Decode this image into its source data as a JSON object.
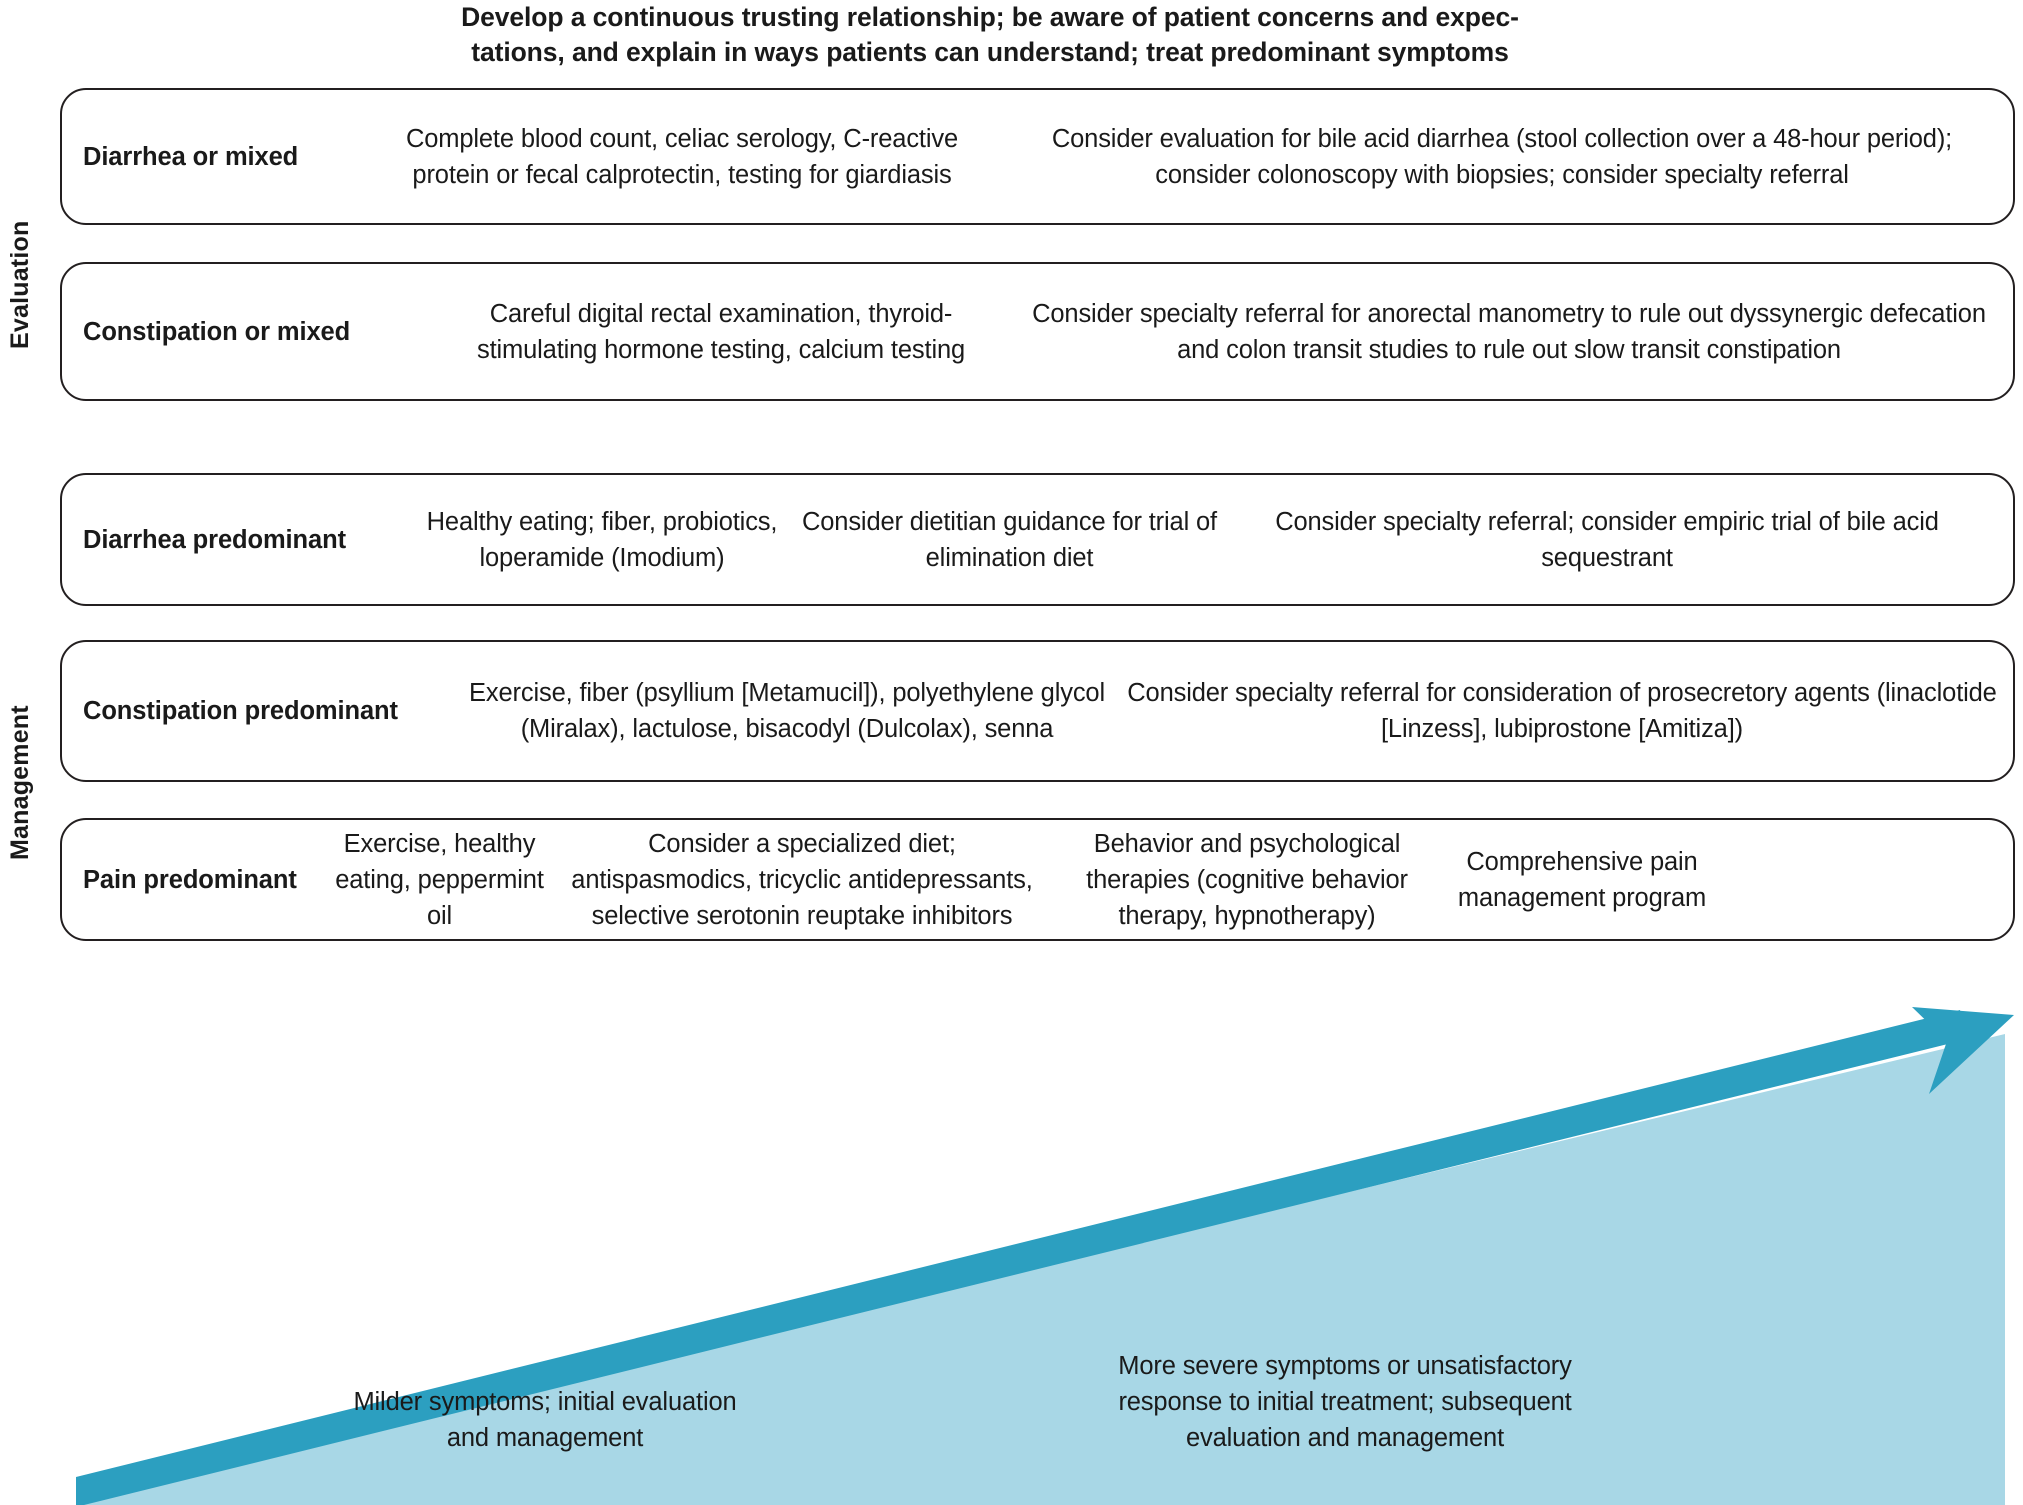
{
  "header": {
    "line1": "Develop a continuous trusting relationship; be aware of patient concerns and expec-",
    "line2": "tations, and explain in ways patients can understand; treat predominant symptoms"
  },
  "rails": {
    "evaluation": "Evaluation",
    "management": "Management"
  },
  "colors": {
    "arrow_stroke": "#2c9fc0",
    "wedge_fill": "#a8d7e6",
    "box_border": "#231f20",
    "text": "#1a1a1a"
  },
  "rows": [
    {
      "id": "row-diarrhea-mixed",
      "label": "Diarrhea or mixed",
      "cells": [
        "Complete blood count, celiac serology, C-reactive protein or fecal calprotectin, testing for giardiasis",
        "Consider evaluation for bile acid diarrhea (stool collection over a 48-hour period); consider colonoscopy with biopsies; consider specialty referral"
      ]
    },
    {
      "id": "row-constipation-mixed",
      "label": "Constipation or mixed",
      "cells": [
        "Careful digital rectal examination, thyroid-stimulating hormone testing, calcium testing",
        "Consider specialty referral for anorectal manometry to rule out dyssynergic defecation and colon transit studies to rule out slow transit constipation"
      ]
    },
    {
      "id": "row-diarrhea-predominant",
      "label": "Diarrhea predominant",
      "cells": [
        "Healthy eating; fiber, probiotics, loperamide (Imodium)",
        "Consider dietitian guidance for trial of elimination diet",
        "Consider specialty referral; consider empiric trial of bile acid sequestrant"
      ]
    },
    {
      "id": "row-constipation-predom",
      "label": "Constipation predominant",
      "cells": [
        "Exercise, fiber (psyllium [Metamucil]), polyethylene glycol (Miralax), lactulose, bisacodyl (Dulcolax), senna",
        "Consider specialty referral for consideration of prosecretory agents (linaclotide [Linzess], lubiprostone [Amitiza])"
      ]
    },
    {
      "id": "row-pain-predominant",
      "label": "Pain predominant",
      "cells": [
        "Exercise, healthy eating, peppermint oil",
        "Consider a specialized diet; antispasmodics, tricyclic antidepressants, selective serotonin reuptake inhibitors",
        "Behavior and psychological therapies (cognitive behavior therapy, hypnotherapy)",
        "Comprehensive pain management program"
      ]
    }
  ],
  "captions": {
    "left": "Milder symptoms; initial evaluation and management",
    "right": "More severe symptoms or unsatisfactory response to initial treatment; subsequent evaluation and management"
  },
  "arrow": {
    "name": "severity-progression-arrow",
    "direction": "bottom-left to top-right"
  }
}
